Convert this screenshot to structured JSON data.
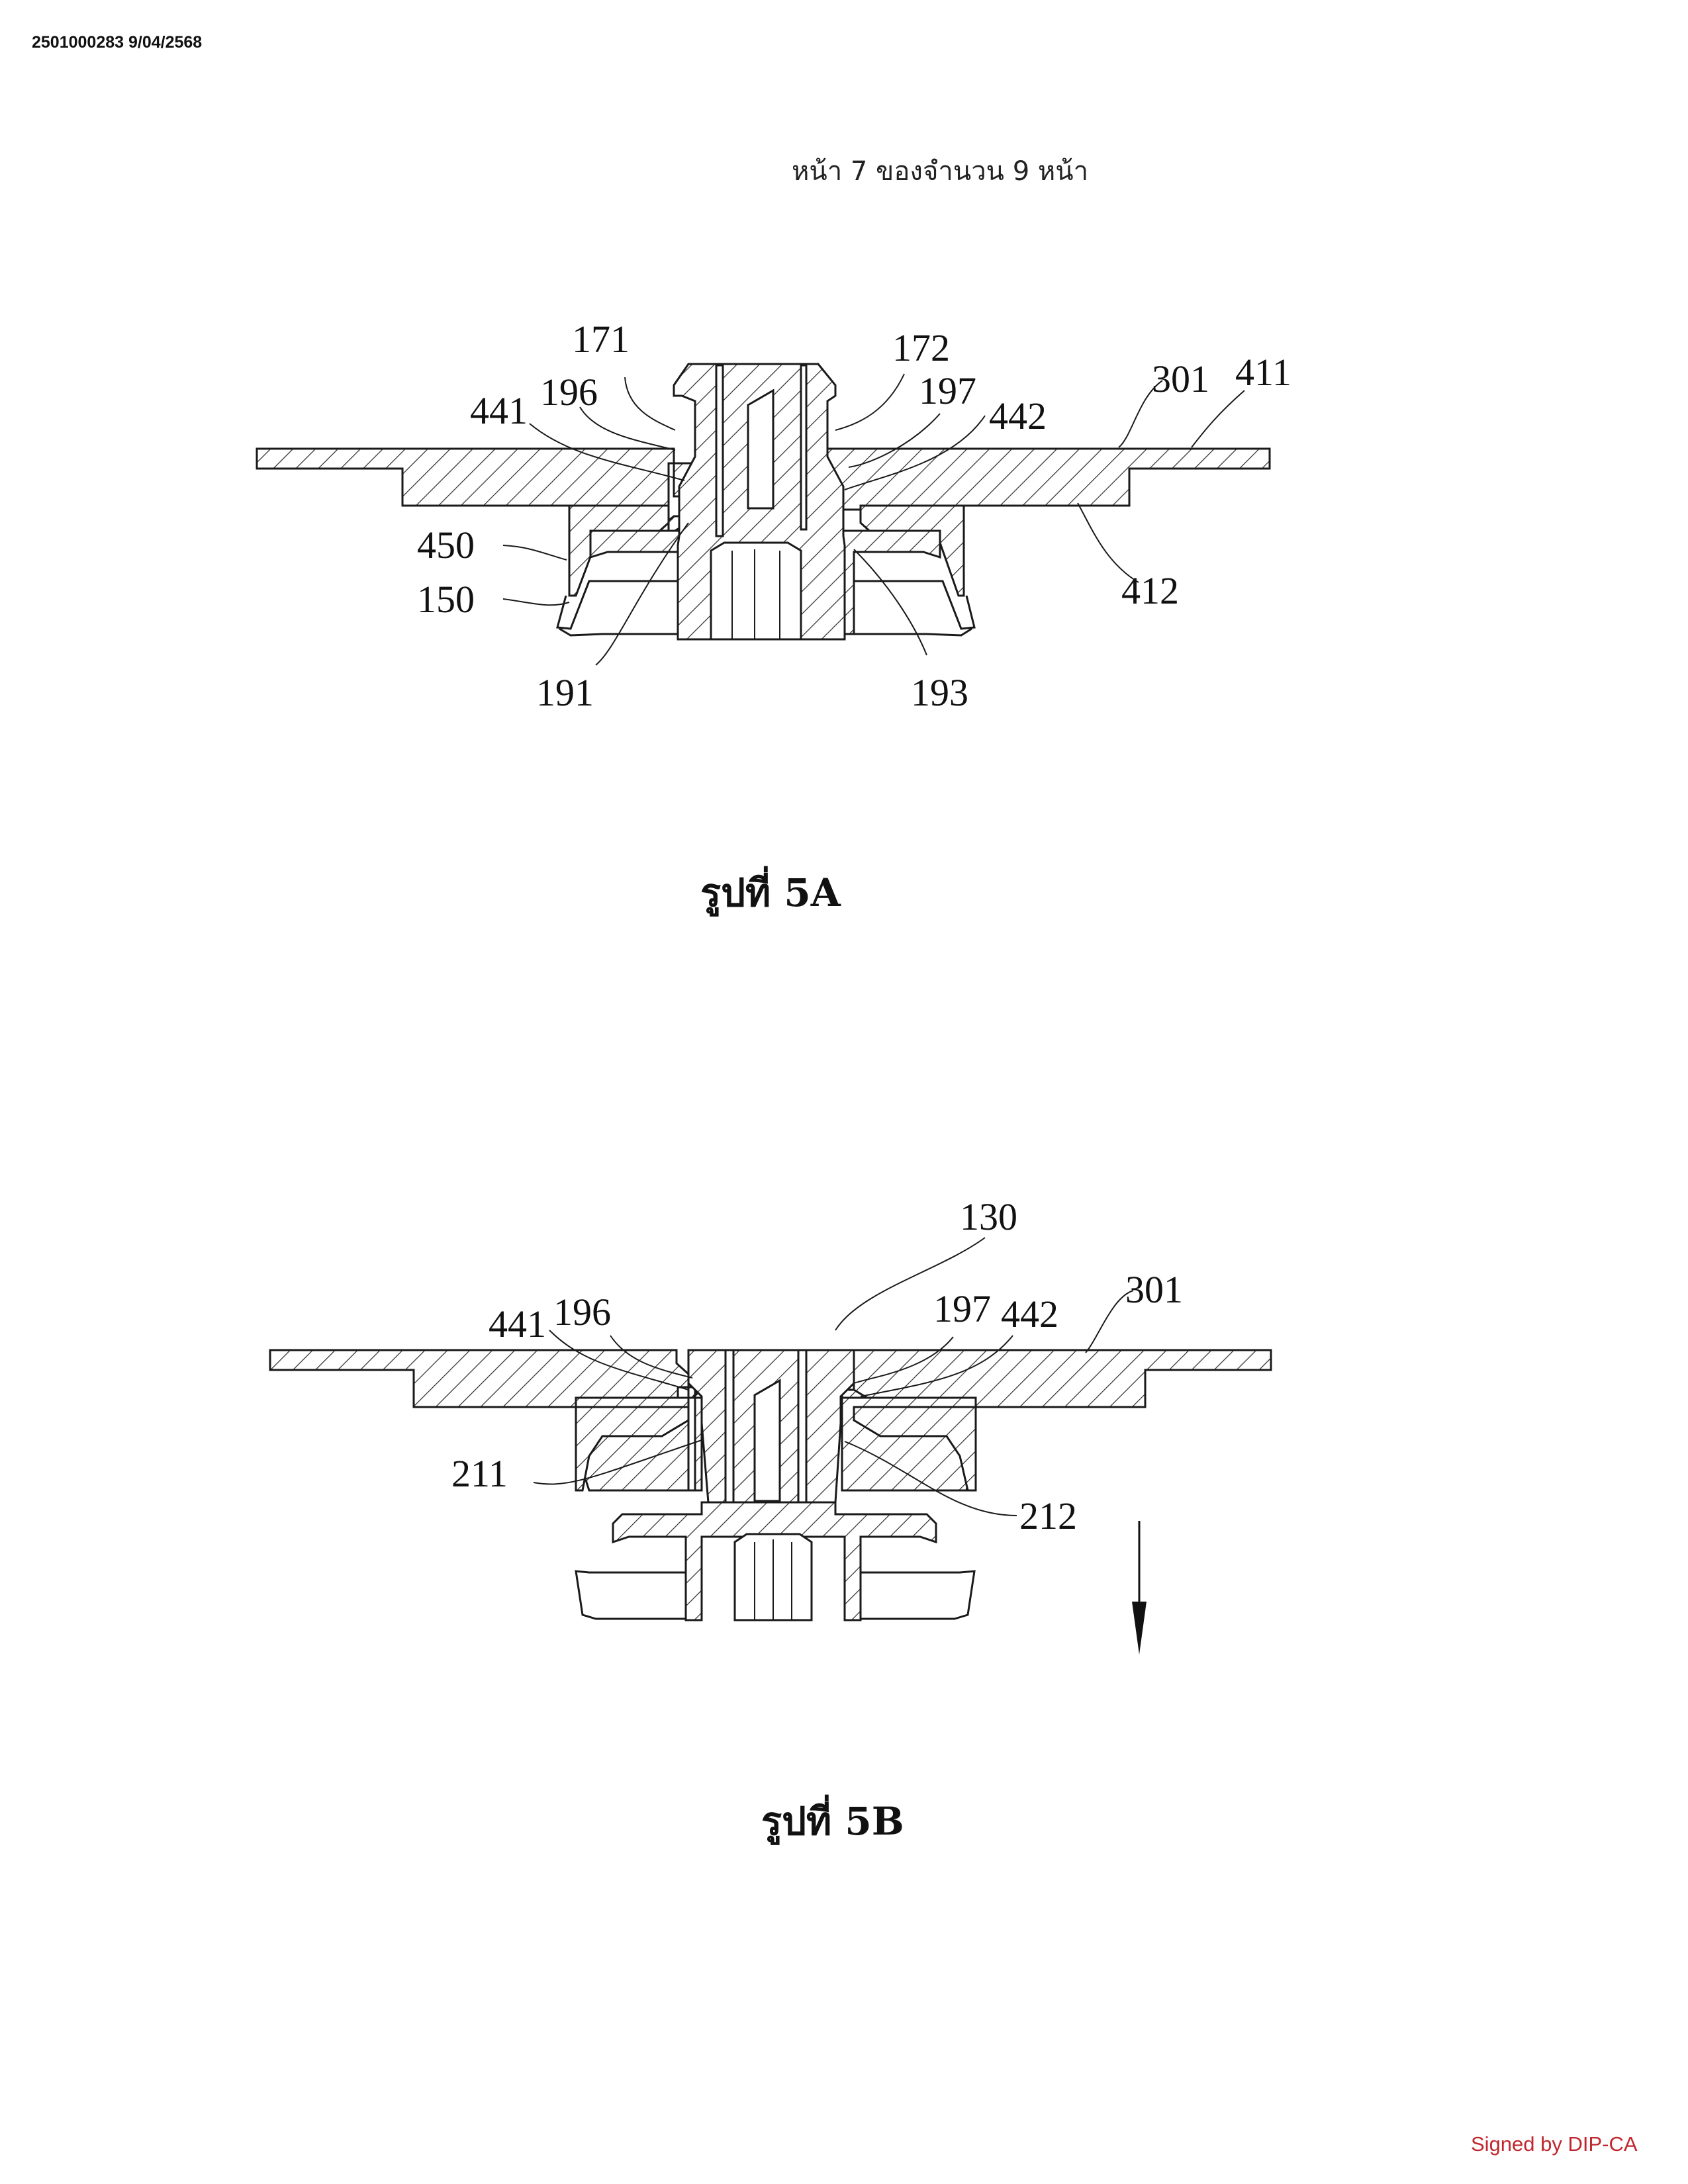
{
  "header": {
    "doc_id": "2501000283 9/04/2568",
    "page_label": "หน้า 7 ของจำนวน 9 หน้า"
  },
  "figure_a": {
    "caption": "รูปที่ 5A",
    "labels": [
      "171",
      "196",
      "441",
      "172",
      "197",
      "442",
      "301",
      "411",
      "450",
      "150",
      "412",
      "191",
      "193"
    ]
  },
  "figure_b": {
    "caption": "รูปที่ 5B",
    "labels": [
      "130",
      "196",
      "441",
      "197",
      "442",
      "301",
      "211",
      "212"
    ],
    "arrow": "down"
  },
  "footer": {
    "signed": "Signed by DIP-CA"
  }
}
